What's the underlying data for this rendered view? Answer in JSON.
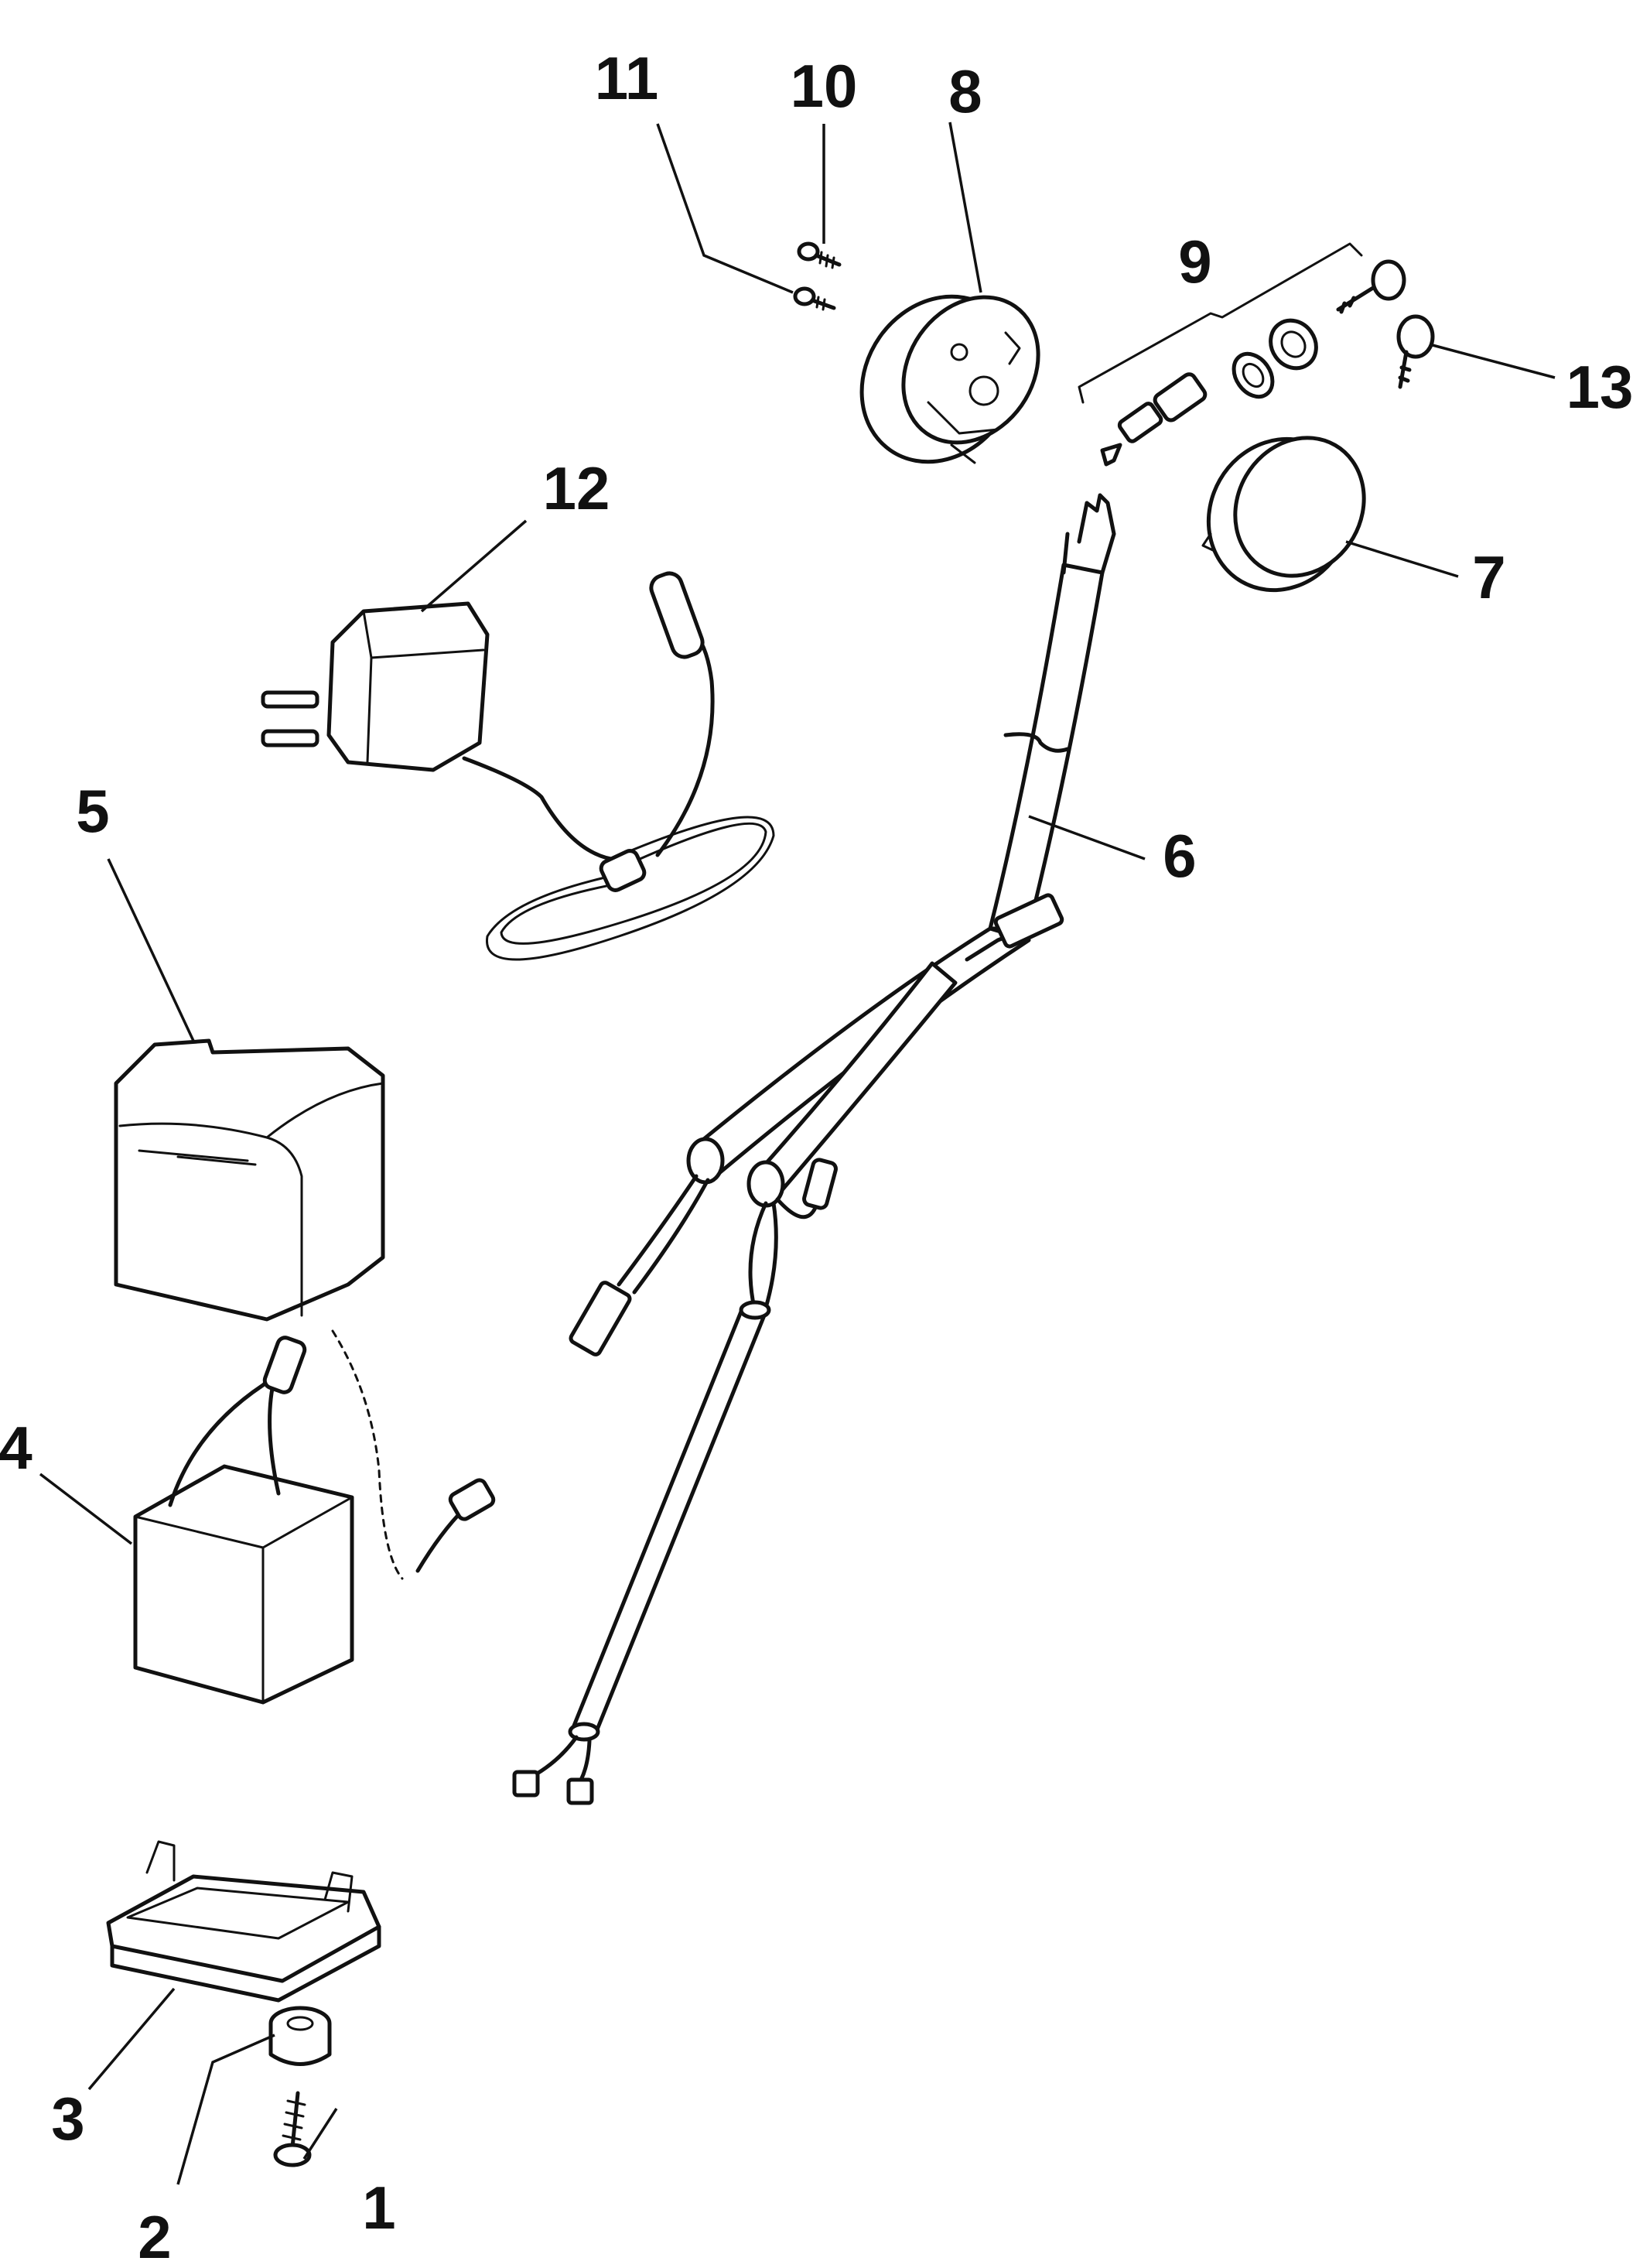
{
  "colors": {
    "ink": "#111111",
    "paper": "#ffffff",
    "shade": "#e9e9e9"
  },
  "callouts": [
    {
      "id": "1",
      "label": "1"
    },
    {
      "id": "2",
      "label": "2"
    },
    {
      "id": "3",
      "label": "3"
    },
    {
      "id": "4",
      "label": "4"
    },
    {
      "id": "5",
      "label": "5"
    },
    {
      "id": "6",
      "label": "6"
    },
    {
      "id": "7",
      "label": "7"
    },
    {
      "id": "8",
      "label": "8"
    },
    {
      "id": "9",
      "label": "9"
    },
    {
      "id": "10",
      "label": "10"
    },
    {
      "id": "11",
      "label": "11"
    },
    {
      "id": "12",
      "label": "12"
    },
    {
      "id": "13",
      "label": "13"
    }
  ]
}
